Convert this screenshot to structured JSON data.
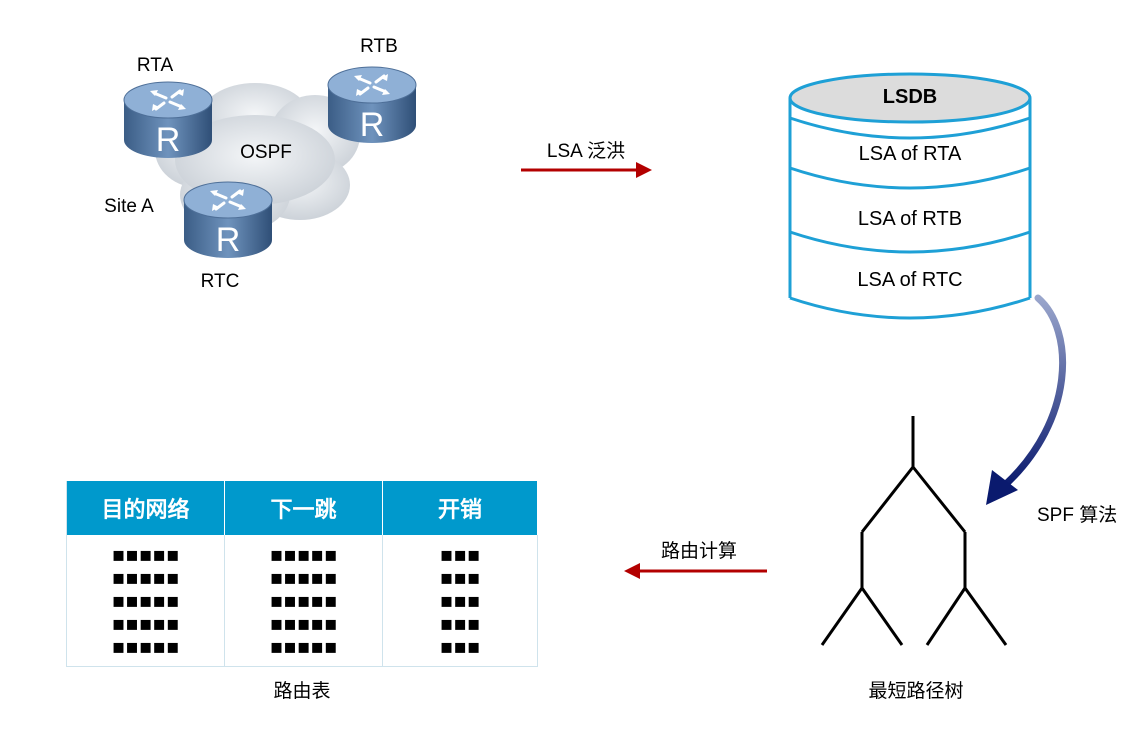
{
  "network": {
    "routers": [
      {
        "id": "rta",
        "label": "RTA"
      },
      {
        "id": "rtb",
        "label": "RTB"
      },
      {
        "id": "rtc",
        "label": "RTC"
      }
    ],
    "cloud_label": "OSPF",
    "site_label": "Site A",
    "router_glyph": "R"
  },
  "flood_arrow_label": "LSA 泛洪",
  "lsdb": {
    "title": "LSDB",
    "rows": [
      "LSA of RTA",
      "LSA of RTB",
      "LSA of RTC"
    ],
    "color": "#1ea0d6"
  },
  "spf_label": "SPF 算法",
  "tree_label": "最短路径树",
  "route_calc_label": "路由计算",
  "routing_table": {
    "caption": "路由表",
    "headers": [
      "目的网络",
      "下一跳",
      "开销"
    ],
    "rows": [
      [
        "▪▪▪▪▪",
        "▪▪▪▪▪",
        "▪▪▪"
      ],
      [
        "▪▪▪▪▪",
        "▪▪▪▪▪",
        "▪▪▪"
      ],
      [
        "▪▪▪▪▪",
        "▪▪▪▪▪",
        "▪▪▪"
      ],
      [
        "▪▪▪▪▪",
        "▪▪▪▪▪",
        "▪▪▪"
      ],
      [
        "▪▪▪▪▪",
        "▪▪▪▪▪",
        "▪▪▪"
      ]
    ],
    "header_color": "#0099cc"
  },
  "arrow_color": "#b30000"
}
